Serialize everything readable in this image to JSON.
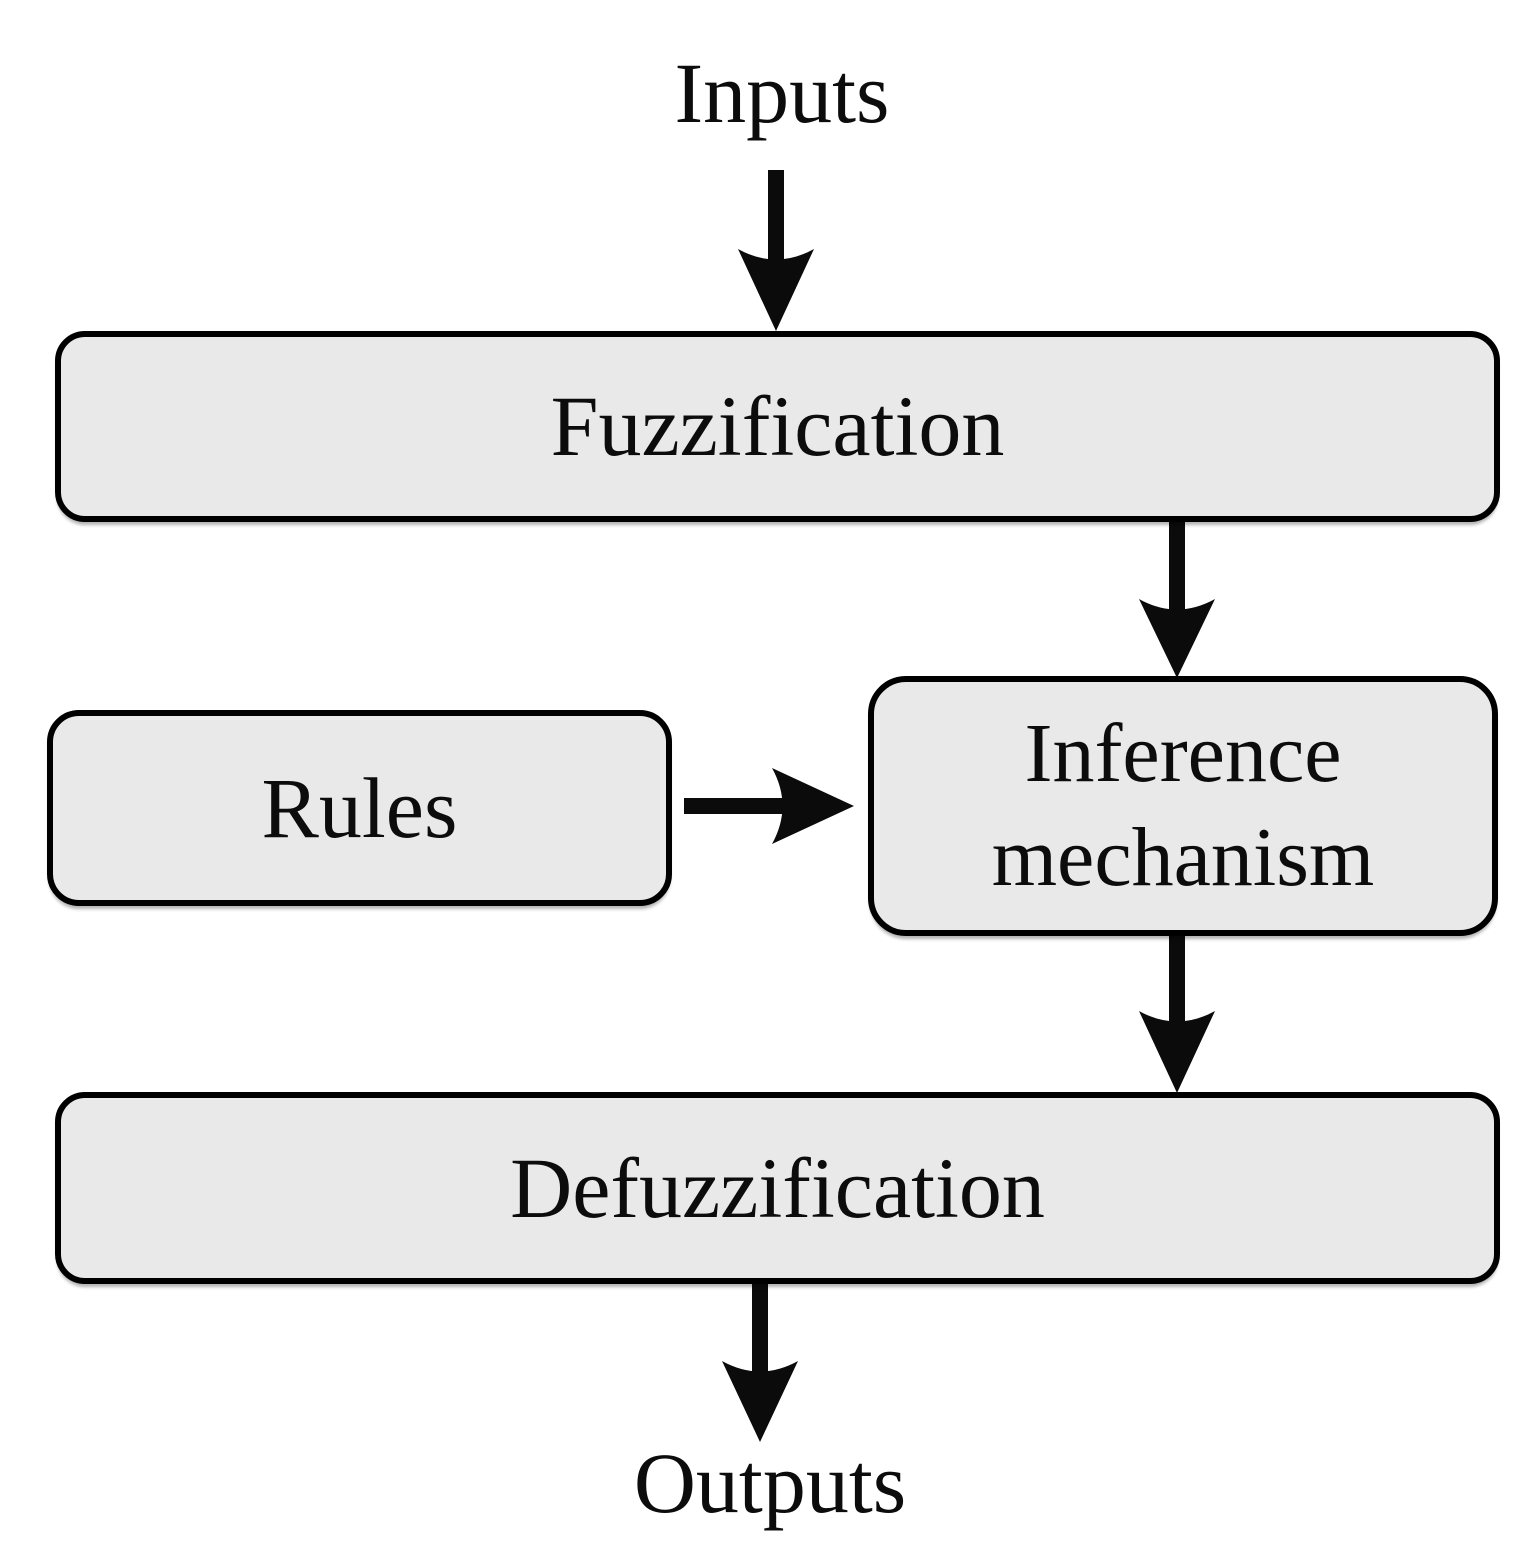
{
  "diagram": {
    "type": "flowchart",
    "subject": "Fuzzy logic system block diagram",
    "nodes": {
      "inputs": {
        "label": "Inputs",
        "kind": "io-text"
      },
      "fuzzification": {
        "label": "Fuzzification",
        "kind": "process-box"
      },
      "rules": {
        "label": "Rules",
        "kind": "process-box"
      },
      "inference": {
        "label": "Inference mechanism",
        "kind": "process-box"
      },
      "defuzzification": {
        "label": "Defuzzification",
        "kind": "process-box"
      },
      "outputs": {
        "label": "Outputs",
        "kind": "io-text"
      }
    },
    "edges": [
      {
        "from": "inputs",
        "to": "fuzzification",
        "direction": "down"
      },
      {
        "from": "fuzzification",
        "to": "inference",
        "direction": "down"
      },
      {
        "from": "rules",
        "to": "inference",
        "direction": "right"
      },
      {
        "from": "inference",
        "to": "defuzzification",
        "direction": "down"
      },
      {
        "from": "defuzzification",
        "to": "outputs",
        "direction": "down"
      }
    ],
    "colors": {
      "box_fill": "#e9e9e9",
      "box_border": "#000000",
      "arrow": "#0b0b0b",
      "text": "#0c0c0c",
      "background": "#ffffff"
    }
  }
}
